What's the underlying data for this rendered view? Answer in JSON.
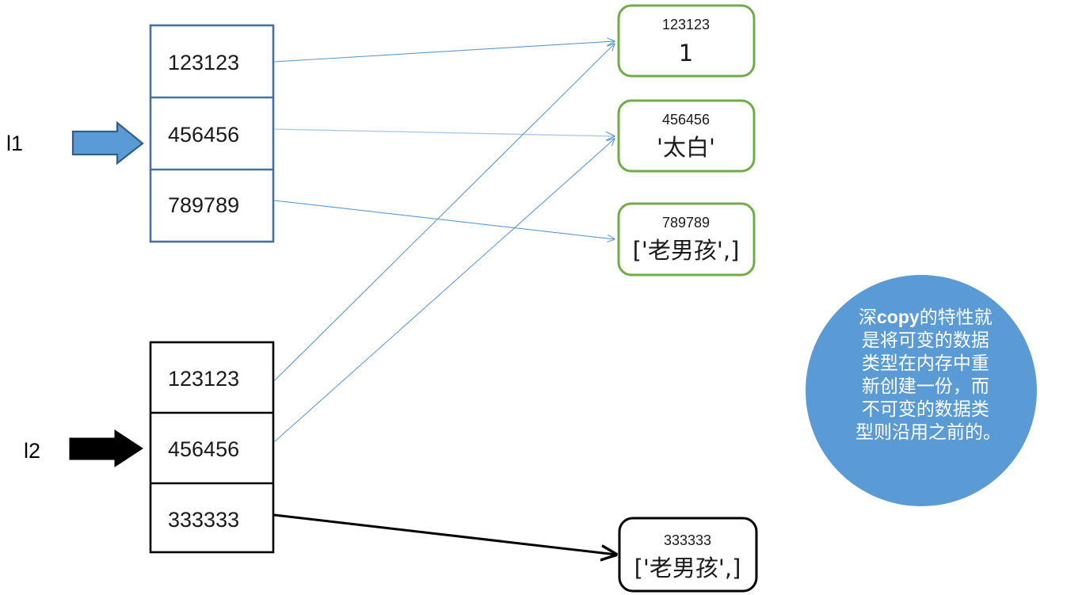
{
  "diagram": {
    "title": "Python deep copy memory reference diagram",
    "colors": {
      "table1_border": "#4472A8",
      "table2_border": "#000000",
      "object_box_border_green": "#70AD47",
      "object_box_border_black": "#000000",
      "thin_arrow_blue": "#5B9BD5",
      "block_arrow_fill": "#5B9BD5",
      "block_arrow_stroke": "#2E5F8A",
      "thick_arrow_black": "#000000",
      "circle_fill": "#5B9BD5",
      "circle_text": "#FFFFFF",
      "page_background": "#FFFFFF"
    },
    "pointers": [
      {
        "label": "l1",
        "arrow_style": "blue-block-arrow",
        "target": "list-1"
      },
      {
        "label": "l2",
        "arrow_style": "black-block-arrow",
        "target": "list-2"
      }
    ],
    "lists": [
      {
        "name": "list-1",
        "border_color": "#4472A8",
        "cells": [
          "123123",
          "456456",
          "789789"
        ]
      },
      {
        "name": "list-2",
        "border_color": "#000000",
        "cells": [
          "123123",
          "456456",
          "333333"
        ]
      }
    ],
    "objects": [
      {
        "name": "object-123123",
        "id": "123123",
        "value": "1",
        "border": "#70AD47"
      },
      {
        "name": "object-456456",
        "id": "456456",
        "value": "'太白'",
        "border": "#70AD47"
      },
      {
        "name": "object-789789",
        "id": "789789",
        "value": "['老男孩',]",
        "border": "#70AD47"
      },
      {
        "name": "object-333333",
        "id": "333333",
        "value": "['老男孩',]",
        "border": "#000000"
      }
    ],
    "references": [
      {
        "from": "list-1.cell-0",
        "to": "object-123123",
        "color": "#5B9BD5"
      },
      {
        "from": "list-1.cell-1",
        "to": "object-456456",
        "color": "#5B9BD5"
      },
      {
        "from": "list-1.cell-2",
        "to": "object-789789",
        "color": "#5B9BD5"
      },
      {
        "from": "list-2.cell-0",
        "to": "object-123123",
        "color": "#5B9BD5"
      },
      {
        "from": "list-2.cell-1",
        "to": "object-456456",
        "color": "#5B9BD5"
      },
      {
        "from": "list-2.cell-2",
        "to": "object-333333",
        "color": "#000000"
      }
    ],
    "note": {
      "name": "deep-copy-note",
      "shape": "circle",
      "lines": [
        {
          "parts": [
            {
              "t": "深",
              "latin": false
            },
            {
              "t": "copy",
              "latin": true
            },
            {
              "t": "的特性就",
              "latin": false
            }
          ]
        },
        {
          "parts": [
            {
              "t": "是将可变的数据",
              "latin": false
            }
          ]
        },
        {
          "parts": [
            {
              "t": "类型在内存中重",
              "latin": false
            }
          ]
        },
        {
          "parts": [
            {
              "t": "新创建一份，而",
              "latin": false
            }
          ]
        },
        {
          "parts": [
            {
              "t": "不可变的数据类",
              "latin": false
            }
          ]
        },
        {
          "parts": [
            {
              "t": "型则沿用之前的。",
              "latin": false
            }
          ]
        }
      ],
      "full_text": "深copy的特性就是将可变的数据类型在内存中重新创建一份，而不可变的数据类型则沿用之前的。"
    }
  }
}
